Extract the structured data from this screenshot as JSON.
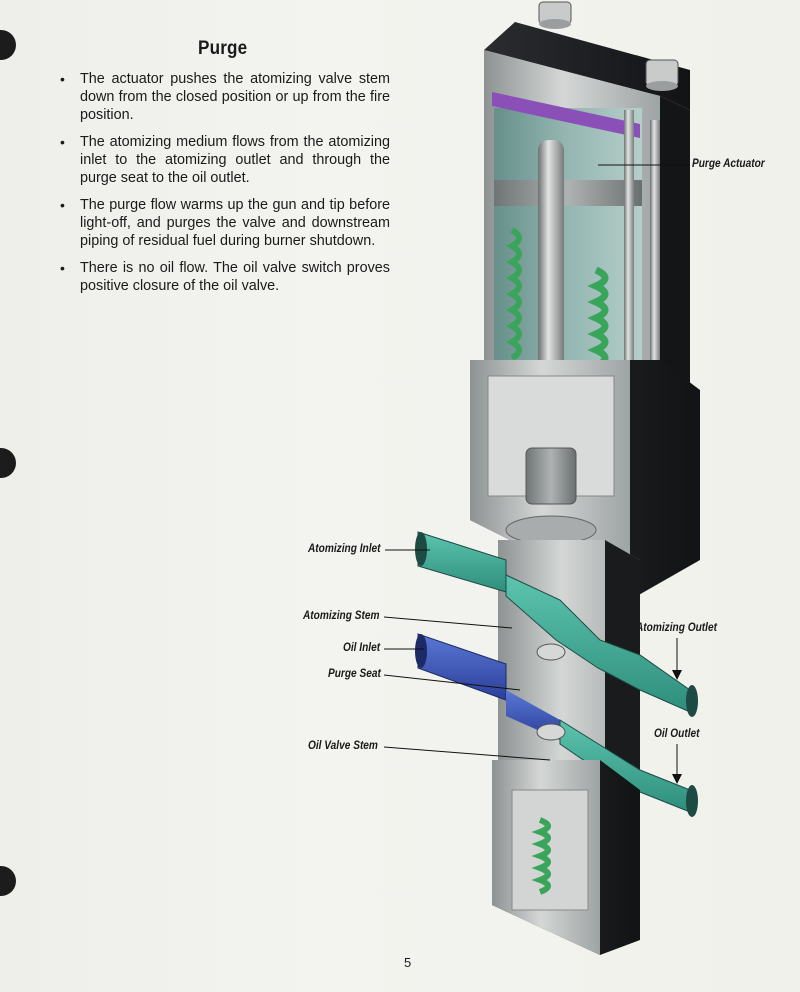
{
  "section": {
    "title": "Purge",
    "bullets": [
      "The actuator pushes the atomizing valve stem down from the closed position or up from the fire position.",
      "The atomizing medium flows from the atomizing inlet to the atomizing outlet and through the purge seat to the oil outlet.",
      "The purge flow warms up the gun and tip before light-off, and purges the valve and downstream piping of residual fuel during burner shutdown.",
      "There is no oil flow. The oil valve switch proves positive closure of the oil valve."
    ]
  },
  "diagram": {
    "labels": {
      "purge_actuator": "Purge Actuator",
      "atomizing_inlet": "Atomizing Inlet",
      "atomizing_stem": "Atomizing Stem",
      "oil_inlet": "Oil Inlet",
      "purge_seat": "Purge Seat",
      "oil_valve_stem": "Oil Valve Stem",
      "atomizing_outlet": "Atomizing Outlet",
      "oil_outlet": "Oil Outlet"
    },
    "colors": {
      "atomizing_medium": "#3fae9a",
      "oil": "#3a55b5",
      "body_steel": "#b9bdbd",
      "housing_dark": "#1d1f22",
      "spring": "#3aa45a",
      "seal": "#8b4fb8"
    }
  },
  "page_number": "5"
}
